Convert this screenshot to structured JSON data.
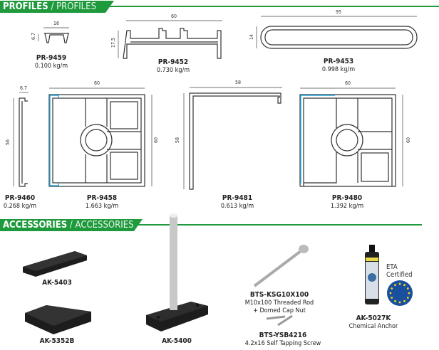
{
  "profiles_header": {
    "bold": "PROFILES",
    "light": "/ PROFILES"
  },
  "accessories_header": {
    "bold": "ACCESSORIES",
    "light": "/ ACCESSORIES"
  },
  "profiles": [
    {
      "code": "PR-9459",
      "weight": "0.100 kg/m",
      "width_dim": "16",
      "height_dim": "6.7"
    },
    {
      "code": "PR-9452",
      "weight": "0.730 kg/m",
      "width_dim": "60",
      "height_dim": "17.5"
    },
    {
      "code": "PR-9453",
      "weight": "0.998 kg/m",
      "width_dim": "95",
      "height_dim": "14"
    },
    {
      "code": "PR-9460",
      "weight": "0.268 kg/m",
      "width_dim": "6.7",
      "height_dim": "56"
    },
    {
      "code": "PR-9458",
      "weight": "1.663 kg/m",
      "width_dim": "60",
      "height_dim": "60"
    },
    {
      "code": "PR-9481",
      "weight": "0.613 kg/m",
      "width_dim": "58",
      "height_dim": "58"
    },
    {
      "code": "PR-9480",
      "weight": "1.392 kg/m",
      "width_dim": "60",
      "height_dim": "60"
    }
  ],
  "accessories": [
    {
      "code": "AK-5403"
    },
    {
      "code": "AK-5352B"
    },
    {
      "code": "AK-5400"
    },
    {
      "code": "BTS-KSG10X100",
      "desc1": "M10x100 Threaded Rod",
      "desc2": "+ Domed Cap Nut"
    },
    {
      "code": "BTS-YSB4216",
      "desc1": "4.2x16 Self Tapping Screw"
    },
    {
      "code": "AK-5027K",
      "desc1": "Chemical Anchor"
    }
  ],
  "eta": {
    "line1": "ETA",
    "line2": "Certified"
  },
  "colors": {
    "brand_green": "#1e9a3c",
    "accent_blue": "#29a8e0",
    "eu_blue": "#1a4fa0"
  }
}
